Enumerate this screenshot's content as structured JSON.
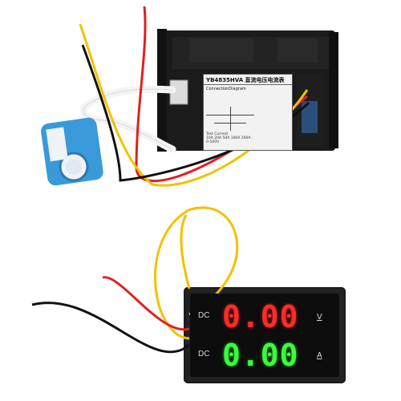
{
  "meter_label": {
    "model": "YB4835HVA 直流电压电流表",
    "diagram_title": "ConnectionDiagram",
    "test_current": "Test Current",
    "ranges": "10A 20A 50A 100A 200A",
    "voltage": "0-500V"
  },
  "display": {
    "voltage": {
      "prefix": "DC",
      "value": "0.00",
      "unit": "V"
    },
    "current": {
      "prefix": "DC",
      "value": "0.00",
      "unit": "A"
    }
  },
  "colors": {
    "voltage_digits": "#ff2a2a",
    "current_digits": "#38ff3a",
    "bezel": "#1a1a1a",
    "shunt": "#3a9ad9",
    "wire_red": "#e02020",
    "wire_yellow": "#f2c200",
    "wire_black": "#111111"
  }
}
